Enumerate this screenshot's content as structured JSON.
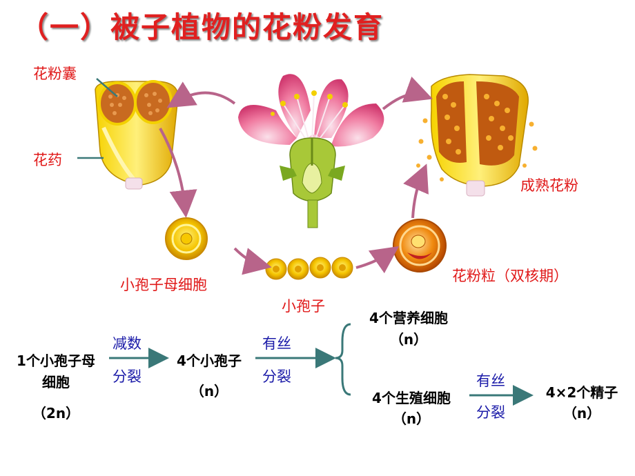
{
  "title": "（一）被子植物的花粉发育",
  "labels": {
    "pollen_sac": "花粉囊",
    "anther": "花药",
    "mature_pollen": "成熟花粉",
    "microspore_mother_cell": "小孢子母细胞",
    "microspore": "小孢子",
    "pollen_grain": "花粉粒（双核期）"
  },
  "flow": {
    "start_line1": "1个小孢子母",
    "start_line2": "细胞",
    "start_ploidy": "（2n）",
    "meiosis_top": "减数",
    "meiosis_bottom": "分裂",
    "microspores": "4个小孢子",
    "microspores_ploidy": "（n）",
    "mitosis1_top": "有丝",
    "mitosis1_bottom": "分裂",
    "vegetative": "4个营养细胞",
    "vegetative_ploidy": "（n）",
    "generative": "4个生殖细胞",
    "generative_ploidy": "（n）",
    "mitosis2_top": "有丝",
    "mitosis2_bottom": "分裂",
    "sperm": "4×2个精子",
    "sperm_ploidy": "（n）"
  },
  "colors": {
    "title": "#e02020",
    "label_red": "#e01818",
    "label_blue": "#1a1aa8",
    "arrow_teal": "#3a7878",
    "arrow_pink": "#b8648a"
  }
}
